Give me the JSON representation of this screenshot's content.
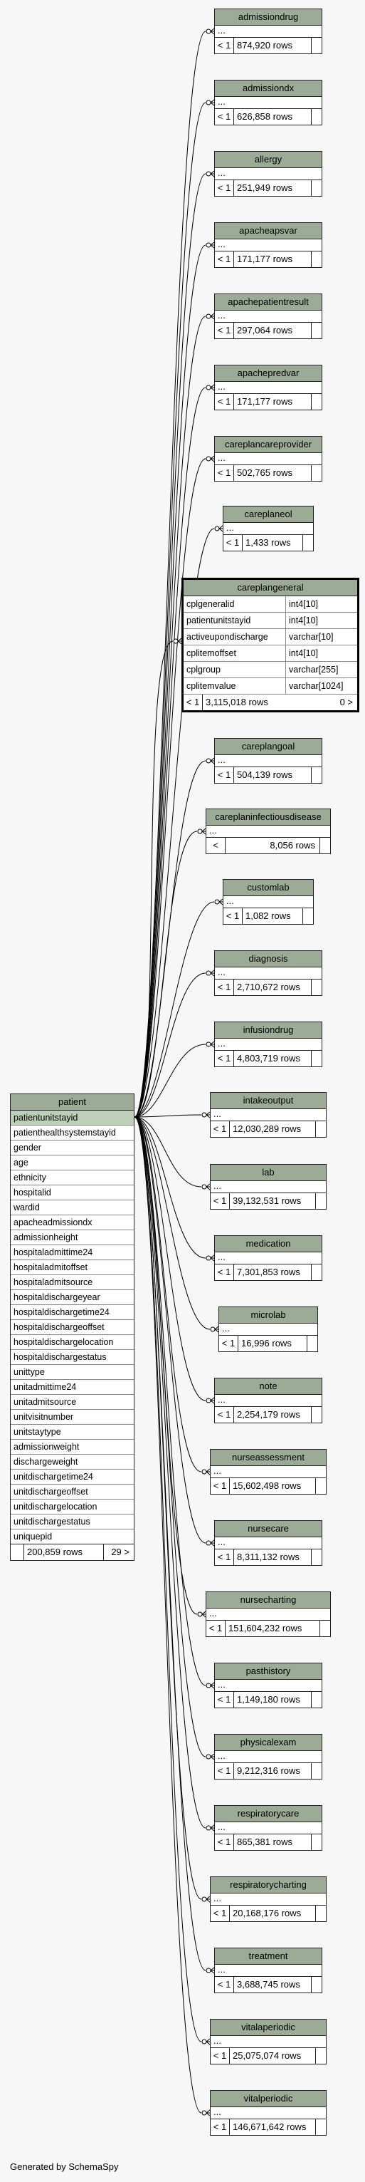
{
  "caption": "Generated by SchemaSpy",
  "ellipsis": "...",
  "less_than": "<",
  "patient": {
    "name": "patient",
    "columns": [
      "patientunitstayid",
      "patienthealthsystemstayid",
      "gender",
      "age",
      "ethnicity",
      "hospitalid",
      "wardid",
      "apacheadmissiondx",
      "admissionheight",
      "hospitaladmittime24",
      "hospitaladmitoffset",
      "hospitaladmitsource",
      "hospitaldischargeyear",
      "hospitaldischargetime24",
      "hospitaldischargeoffset",
      "hospitaldischargelocation",
      "hospitaldischargestatus",
      "unittype",
      "unitadmittime24",
      "unitadmitsource",
      "unitvisitnumber",
      "unitstaytype",
      "admissionweight",
      "dischargeweight",
      "unitdischargetime24",
      "unitdischargeoffset",
      "unitdischargelocation",
      "unitdischargestatus",
      "uniquepid"
    ],
    "rows": "200,859 rows",
    "right": "29 >"
  },
  "careplangeneral": {
    "name": "careplangeneral",
    "columns": [
      {
        "name": "cplgeneralid",
        "type": "int4[10]"
      },
      {
        "name": "patientunitstayid",
        "type": "int4[10]"
      },
      {
        "name": "activeupondischarge",
        "type": "varchar[10]"
      },
      {
        "name": "cplitemoffset",
        "type": "int4[10]"
      },
      {
        "name": "cplgroup",
        "type": "varchar[255]"
      },
      {
        "name": "cplitemvalue",
        "type": "varchar[1024]"
      }
    ],
    "left": "< 1",
    "rows": "3,115,018 rows",
    "right": "0 >"
  },
  "tables": [
    {
      "name": "admissiondrug",
      "rows": "874,920 rows"
    },
    {
      "name": "admissiondx",
      "rows": "626,858 rows"
    },
    {
      "name": "allergy",
      "rows": "251,949 rows"
    },
    {
      "name": "apacheapsvar",
      "rows": "171,177 rows"
    },
    {
      "name": "apachepatientresult",
      "rows": "297,064 rows"
    },
    {
      "name": "apachepredvar",
      "rows": "171,177 rows"
    },
    {
      "name": "careplancareprovider",
      "rows": "502,765 rows"
    },
    {
      "name": "careplaneol",
      "rows": "1,433 rows"
    },
    {
      "name": "careplangoal",
      "rows": "504,139 rows"
    },
    {
      "name": "careplaninfectiousdisease",
      "rows": "8,056 rows"
    },
    {
      "name": "customlab",
      "rows": "1,082 rows"
    },
    {
      "name": "diagnosis",
      "rows": "2,710,672 rows"
    },
    {
      "name": "infusiondrug",
      "rows": "4,803,719 rows"
    },
    {
      "name": "intakeoutput",
      "rows": "12,030,289 rows"
    },
    {
      "name": "lab",
      "rows": "39,132,531 rows"
    },
    {
      "name": "medication",
      "rows": "7,301,853 rows"
    },
    {
      "name": "microlab",
      "rows": "16,996 rows"
    },
    {
      "name": "note",
      "rows": "2,254,179 rows"
    },
    {
      "name": "nurseassessment",
      "rows": "15,602,498 rows"
    },
    {
      "name": "nursecare",
      "rows": "8,311,132 rows"
    },
    {
      "name": "nursecharting",
      "rows": "151,604,232 rows"
    },
    {
      "name": "pasthistory",
      "rows": "1,149,180 rows"
    },
    {
      "name": "physicalexam",
      "rows": "9,212,316 rows"
    },
    {
      "name": "respiratorycare",
      "rows": "865,381 rows"
    },
    {
      "name": "respiratorycharting",
      "rows": "20,168,176 rows"
    },
    {
      "name": "treatment",
      "rows": "3,688,745 rows"
    },
    {
      "name": "vitalaperiodic",
      "rows": "25,075,074 rows"
    },
    {
      "name": "vitalperiodic",
      "rows": "146,671,642 rows"
    }
  ]
}
